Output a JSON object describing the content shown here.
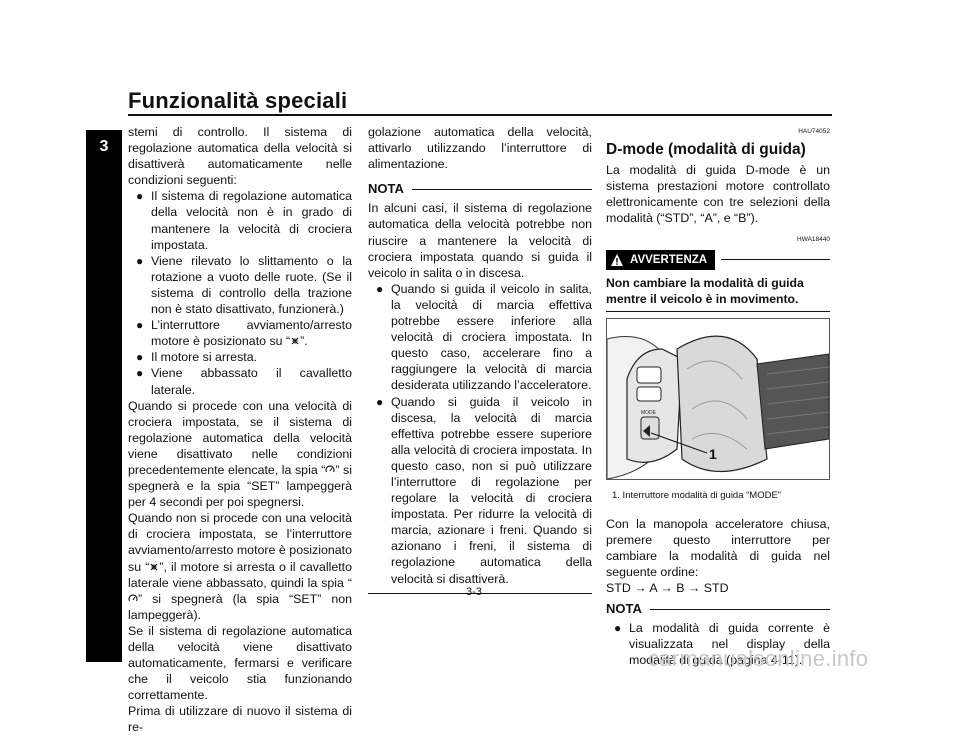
{
  "header": {
    "title": "Funzionalità speciali",
    "chapter": "3"
  },
  "col1": {
    "intro": "stemi di controllo. Il sistema di regolazione automatica della velocità si disattiverà automaticamente nelle condizioni seguenti:",
    "bullets": [
      "Il sistema di regolazione automatica della velocità non è in grado di mantenere la velocità di crociera impostata.",
      "Viene rilevato lo slittamento o la rotazione a vuoto delle ruote. (Se il sistema di controllo della trazione non è stato disattivato, funzionerà.)",
      "L’interruttore avviamento/arresto motore è posizionato su “",
      "Il motore si arresta.",
      "Viene abbassato il cavalletto laterale."
    ],
    "bullet3_tail": "”.",
    "p2_a": "Quando si procede con una velocità di crociera impostata, se il sistema di regolazione automatica della velocità viene disattivato nelle condizioni precedentemente elencate, la spia “",
    "p2_b": "” si spegnerà e la spia “SET” lampeggerà per 4 secondi per poi spegnersi.",
    "p3_a": "Quando non si procede con una velocità di crociera impostata, se l’interruttore avviamento/arresto motore è posizionato su “",
    "p3_b": "”, il motore si arresta o il cavalletto laterale viene abbassato, quindi la spia “",
    "p3_c": "” si spegnerà (la spia “SET” non lampeggerà).",
    "p4": "Se il sistema di regolazione automatica della velocità viene disattivato automaticamente, fermarsi e verificare che il veicolo stia funzionando correttamente.",
    "p5": "Prima di utilizzare di nuovo il sistema di re-"
  },
  "col2": {
    "intro": "golazione automatica della velocità, attivarlo utilizzando l’interruttore di alimentazione.",
    "nota_label": "NOTA",
    "nota_text": "In alcuni casi, il sistema di regolazione automatica della velocità potrebbe non riuscire a mantenere la velocità di crociera impostata quando si guida il veicolo in salita o in discesa.",
    "bullets": [
      "Quando si guida il veicolo in salita, la velocità di marcia effettiva potrebbe essere inferiore alla velocità di crociera impostata. In questo caso, accelerare fino a raggiungere la velocità di marcia desiderata utilizzando l’acceleratore.",
      "Quando si guida il veicolo in discesa, la velocità di marcia effettiva potrebbe essere superiore alla velocità di crociera impostata. In questo caso, non si può utilizzare l’interruttore di regolazione per regolare la velocità di crociera impostata. Per ridurre la velocità di marcia, azionare i freni. Quando si azionano i freni, il sistema di regolazione automatica della velocità si disattiverà."
    ]
  },
  "col3": {
    "code1": "HAU74052",
    "title": "D-mode (modalità di guida)",
    "intro": "La modalità di guida D-mode è un sistema prestazioni motore controllato elettronicamente con tre selezioni della modalità (“STD”, “A”, e “B”).",
    "code2": "HWA18440",
    "warning_label": "AVVERTENZA",
    "warning_text": "Non cambiare la modalità di guida mentre il veicolo è in movimento.",
    "figure_callout": "1",
    "figure_switch_label": "MODE",
    "caption": "1.  Interruttore modalità di guida “MODE”",
    "p2": "Con la manopola acceleratore chiusa, premere questo interruttore per cambiare la modalità di guida nel seguente ordine:",
    "sequence": "STD → A → B → STD",
    "nota_label": "NOTA",
    "nota_bullet": "La modalità di guida corrente è visualizzata nel display della modalità di guida (pagina 4-11)."
  },
  "footer": {
    "page": "3-3",
    "watermark": "carmanualsonline.info"
  },
  "icons": {
    "bullet": "bullet-dot",
    "engine-stop": "engine-stop-icon",
    "cruise": "cruise-control-icon",
    "warning": "warning-triangle-icon"
  }
}
